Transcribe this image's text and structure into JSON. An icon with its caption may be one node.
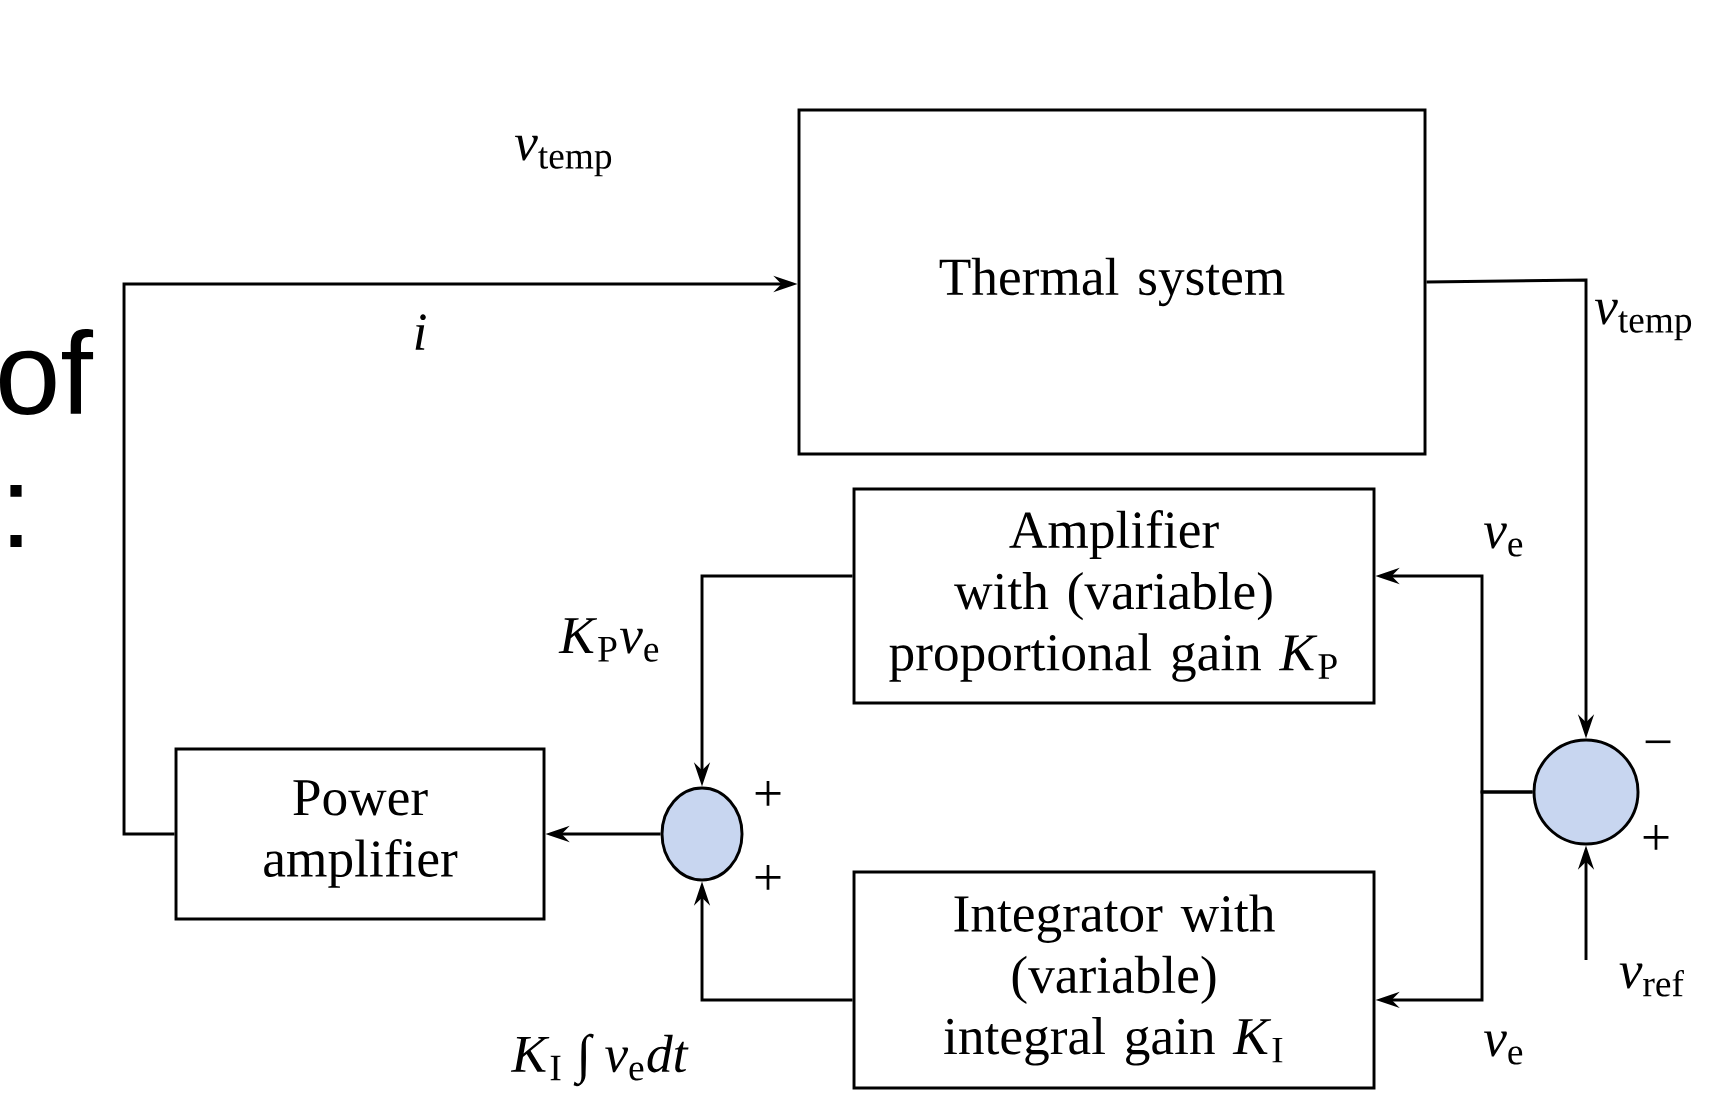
{
  "diagram": {
    "nodes": [
      {
        "text": [
          "Thermal system"
        ]
      },
      {
        "text": [
          "Amplifier with (variable) proportional gain *K*$_{P}$"
        ]
      },
      {
        "text": [
          "Power amplifier"
        ]
      },
      {
        "text": [],
        "shape": "circle"
      },
      {
        "text": [
          "Integrator with (variable) integral gain *K*$_{I}$"
        ]
      },
      {
        "text": [],
        "shape": "circle"
      }
    ],
    "edges": [
      {
        "from": 2,
        "to": 0,
        "arrow": "to",
        "label": "*i*"
      },
      {
        "from": 0,
        "to": 5,
        "arrow": "to",
        "label": "*v*$_{temp}$"
      },
      {
        "from": 5,
        "to": 1,
        "arrow": "to",
        "label": "*v*$_{e}$"
      },
      {
        "from": 5,
        "to": 4,
        "arrow": "to",
        "label": "*v*$_{e}$"
      },
      {
        "from": 1,
        "to": 3,
        "arrow": "to",
        "label": "*K*$_{P}$*v*$_{e}$"
      },
      {
        "from": 4,
        "to": 3,
        "arrow": "to",
        "label": "*K*$_{I}$ ∫ *v*$_{e}$*dt*"
      },
      {
        "from": 3,
        "to": 2,
        "arrow": "to"
      },
      {
        "from": null,
        "to": 5,
        "arrow": "to",
        "label": "*v*$_{ref}$"
      }
    ],
    "labels": [
      "*v*$_{temp}$",
      "of",
      ":",
      "+",
      "+",
      "−",
      "+"
    ]
  }
}
